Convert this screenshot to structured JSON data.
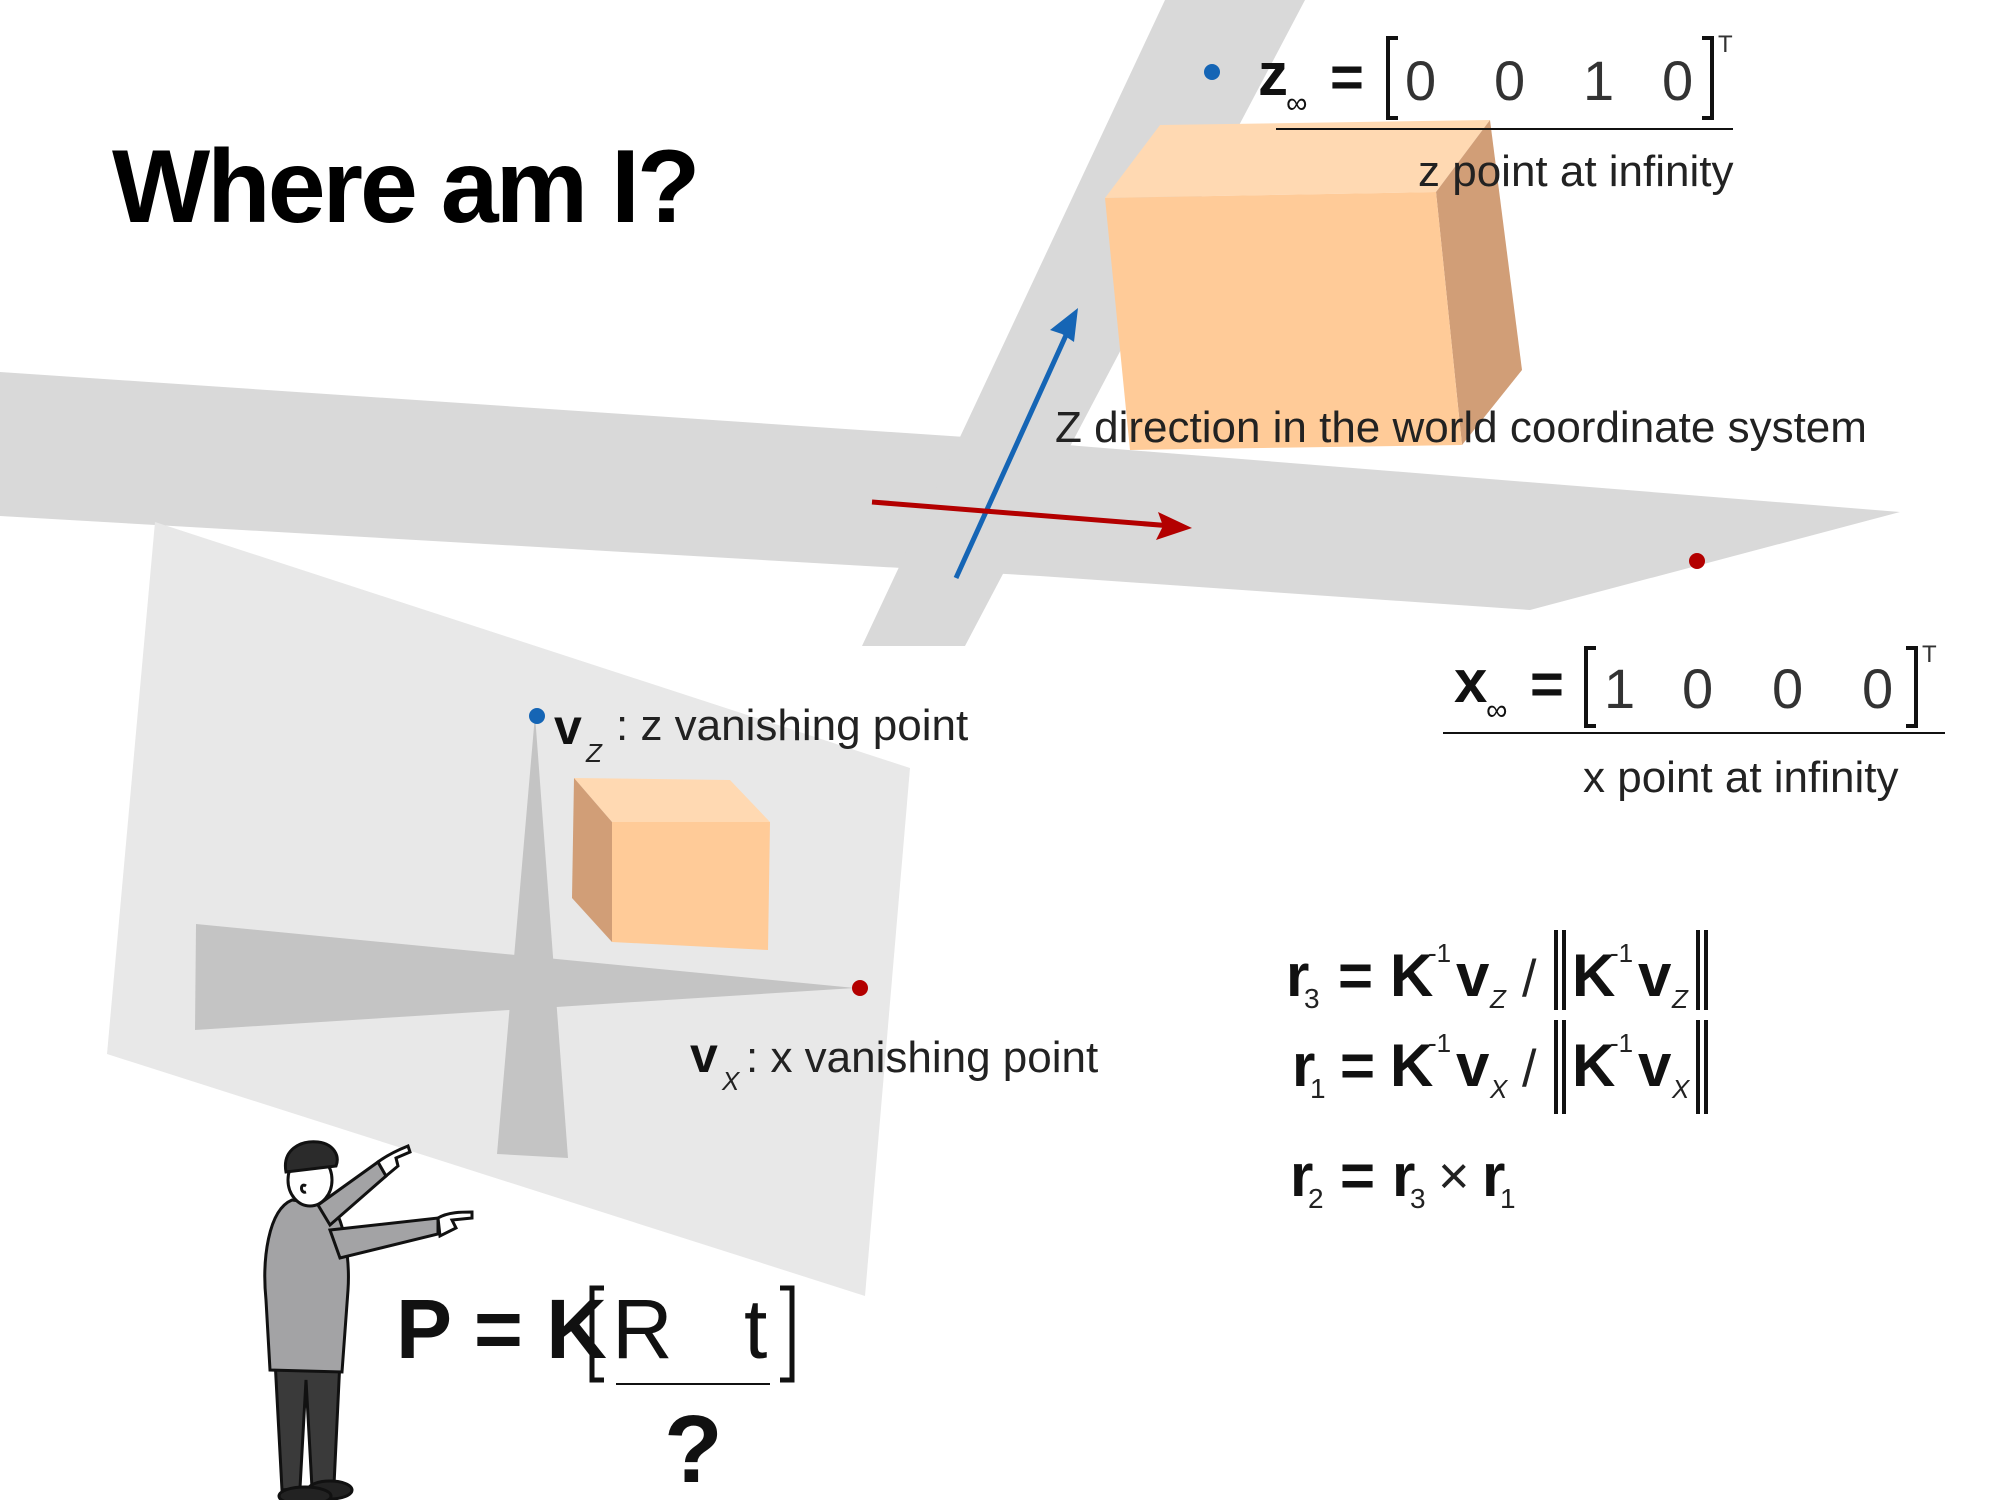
{
  "title": "Where am I?",
  "z_infinity": {
    "symbol": "z",
    "subscript": "∞",
    "equals": "=",
    "vector": [
      "0",
      "0",
      "1",
      "0"
    ],
    "transpose": "T",
    "caption": "z point at infinity"
  },
  "x_infinity": {
    "symbol": "x",
    "subscript": "∞",
    "equals": "=",
    "vector": [
      "1",
      "0",
      "0",
      "0"
    ],
    "transpose": "T",
    "caption": "x point at infinity"
  },
  "z_direction_label": "Z direction in the world coordinate system",
  "vz_label": {
    "symbol": "v",
    "subscript": "Z",
    "text": ": z vanishing point"
  },
  "vx_label": {
    "symbol": "v",
    "subscript": "X",
    "text": ": x vanishing point"
  },
  "projection": {
    "lhs": "P = K",
    "R": "R",
    "t": "t",
    "unknown": "?"
  },
  "equations": {
    "r3": {
      "r": "r",
      "sub": "3",
      "K": "K",
      "inv": "-1",
      "v": "v",
      "vsub": "Z",
      "slash": "/"
    },
    "r1": {
      "r": "r",
      "sub": "1",
      "K": "K",
      "inv": "-1",
      "v": "v",
      "vsub": "X",
      "slash": "/"
    },
    "r2": {
      "r": "r",
      "sub": "2",
      "r3": "r",
      "r3sub": "3",
      "times": "×",
      "r1": "r",
      "r1sub": "1"
    }
  },
  "colors": {
    "z_blue": "#1565b5",
    "x_red": "#b30000",
    "road_gray": "#d9d9d9",
    "image_plane": "#e8e8e8",
    "image_road": "#c4c4c4",
    "box_front": "#ffcb98",
    "box_side": "#d19e77",
    "box_top": "#ffd9b2"
  }
}
